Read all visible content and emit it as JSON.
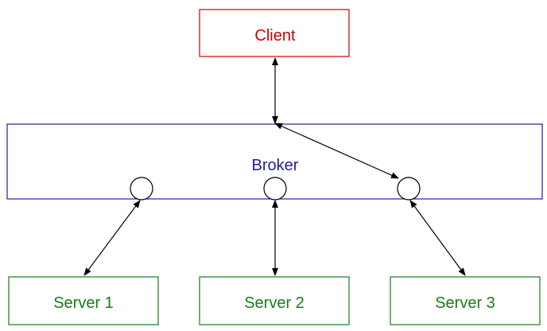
{
  "diagram": {
    "client": {
      "label": "Client",
      "color": "#cc0000"
    },
    "broker": {
      "label": "Broker",
      "color": "#1f1fa3"
    },
    "servers": [
      {
        "label": "Server 1",
        "color": "#1a7a1a"
      },
      {
        "label": "Server 2",
        "color": "#1a7a1a"
      },
      {
        "label": "Server 3",
        "color": "#1a7a1a"
      }
    ],
    "connector_color": "#000000",
    "relations": [
      {
        "from": "Client",
        "to": "Broker",
        "bidirectional": true
      },
      {
        "from": "Broker",
        "to": "Server 3 port",
        "bidirectional": true
      },
      {
        "from": "Server 1 port",
        "to": "Server 1",
        "bidirectional": true
      },
      {
        "from": "Server 2 port",
        "to": "Server 2",
        "bidirectional": true
      },
      {
        "from": "Server 3 port",
        "to": "Server 3",
        "bidirectional": true
      }
    ]
  }
}
